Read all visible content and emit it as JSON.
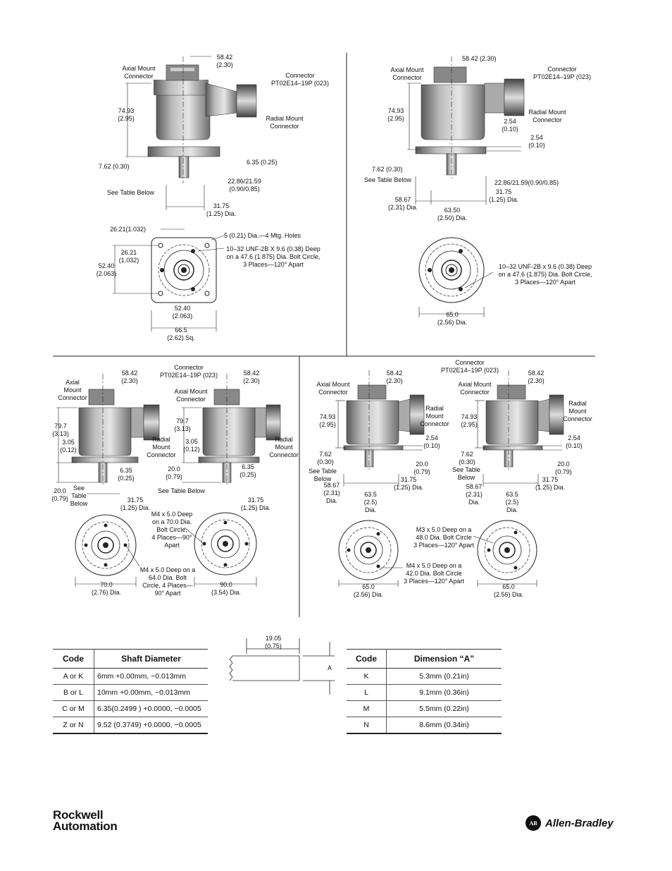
{
  "top_left": {
    "axial_mount": [
      "Axial Mount",
      "Connector"
    ],
    "dim_58_42": [
      "58.42",
      "(2.30)"
    ],
    "connector": [
      "Connector",
      "PT02E14–19P (023)"
    ],
    "dim_74_93": [
      "74.93",
      "(2.95)"
    ],
    "radial_mount": [
      "Radial Mount",
      "Connector"
    ],
    "dim_6_35": "6.35 (0.25)",
    "dim_7_62": "7.62 (0.30)",
    "dim_22_86": [
      "22.86/21.59",
      "(0.90/0.85)"
    ],
    "see_table": "See Table Below",
    "dim_31_75": [
      "31.75",
      "(1.25) Dia."
    ],
    "dim_26_21_h": "26.21(1.032)",
    "holes_note": "5 (0.21) Dia.—4 Mtg. Holes",
    "dim_26_21_v": [
      "26.21",
      "(1.032)"
    ],
    "unf_note": [
      "10–32 UNF-2B X 9.6 (0.38) Deep",
      "on a 47.6 (1.875) Dia. Bolt Circle,",
      "3 Places—120° Apart"
    ],
    "dim_52_40_v": [
      "52.40",
      "(2.063)"
    ],
    "dim_52_40_h": [
      "52.40",
      "(2.063)"
    ],
    "dim_66_5": [
      "66.5",
      "(2.62) Sq."
    ]
  },
  "top_right": {
    "axial_mount": [
      "Axial Mount",
      "Connector"
    ],
    "dim_58_42": "58.42 (2.30)",
    "connector": [
      "Connector",
      "PT02E14–19P (023)"
    ],
    "dim_74_93": [
      "74.93",
      "(2.95)"
    ],
    "radial_mount": [
      "Radial Mount",
      "Connector"
    ],
    "dim_2_54_a": [
      "2.54",
      "(0.10)"
    ],
    "dim_2_54_b": [
      "2.54",
      "(0.10)"
    ],
    "dim_7_62": "7.62 (0.30)",
    "see_table": "See Table Below",
    "dim_22_86": "22.86/21.59(0.90/0.85)",
    "dim_31_75": [
      "31.75",
      "(1.25) Dia."
    ],
    "dim_58_67": [
      "58.67",
      "(2.31) Dia."
    ],
    "dim_63_50": [
      "63.50",
      "(2.50) Dia."
    ],
    "unf_note": [
      "10–32 UNF-2B x 9.6 (0.38) Deep",
      "on a 47.6 (1.875) Dia. Bolt Circle,",
      "3 Places—120° Apart"
    ],
    "dim_65_0": [
      "65.0",
      "(2.56) Dia."
    ]
  },
  "bottom_left": {
    "axial_mount_1": [
      "Axial",
      "Mount",
      "Connector"
    ],
    "dim_58_42_1": [
      "58.42",
      "(2.30)"
    ],
    "connector": [
      "Connector",
      "PT02E14–19P (023)"
    ],
    "dim_58_42_2": [
      "58.42",
      "(2.30)"
    ],
    "axial_mount_2": [
      "Axial Mount",
      "Connector"
    ],
    "dim_79_7_1": [
      "79.7",
      "(3.13)"
    ],
    "dim_3_05_1": [
      "3.05",
      "(0.12)"
    ],
    "radial_mount_1": [
      "Radial",
      "Mount",
      "Connector"
    ],
    "dim_79_7_2": [
      "79.7",
      "(3.13)"
    ],
    "dim_3_05_2": [
      "3.05",
      "(0.12)"
    ],
    "radial_mount_2": [
      "Radial",
      "Mount",
      "Connector"
    ],
    "dim_6_35_1": [
      "6.35",
      "(0.25)"
    ],
    "dim_20_0_2": [
      "20.0",
      "(0.79)"
    ],
    "dim_6_35_2": [
      "6.35",
      "(0.25)"
    ],
    "dim_20_0_1": [
      "20.0",
      "(0.79)"
    ],
    "see_table_1": [
      "See",
      "Table",
      "Below"
    ],
    "see_table_2": "See Table Below",
    "dim_31_75_1": [
      "31.75",
      "(1.25) Dia."
    ],
    "dim_31_75_2": [
      "31.75",
      "(1.25) Dia."
    ],
    "m4_70": [
      "M4 x 5.0 Deep",
      "on a 70.0 Dia.",
      "Bolt Circle,",
      "4 Places—90°",
      "Apart"
    ],
    "m4_64": [
      "M4 x 5.0 Deep on a",
      "64.0 Dia. Bolt",
      "Circle, 4 Places—",
      "90° Apart"
    ],
    "dim_70_0": [
      "70.0",
      "(2.76) Dia."
    ],
    "dim_90_0": [
      "90.0",
      "(3.54) Dia."
    ]
  },
  "bottom_right": {
    "axial_mount_1": [
      "Axial Mount",
      "Connector"
    ],
    "dim_58_42_1": [
      "58.42",
      "(2.30)"
    ],
    "connector": [
      "Connector",
      "PT02E14–19P (023)"
    ],
    "dim_58_42_2": [
      "58.42",
      "(2.30)"
    ],
    "axial_mount_2": [
      "Axial Mount",
      "Connector"
    ],
    "dim_74_93_1": [
      "74.93",
      "(2.95)"
    ],
    "radial_mount_1": [
      "Radial",
      "Mount",
      "Connector"
    ],
    "dim_74_93_2": [
      "74.93",
      "(2.95)"
    ],
    "radial_mount_2": [
      "Radial",
      "Mount",
      "Connector"
    ],
    "dim_2_54_1": [
      "2.54",
      "(0.10)"
    ],
    "dim_2_54_2": [
      "2.54",
      "(0.10)"
    ],
    "dim_7_62_1": [
      "7.62",
      "(0.30)"
    ],
    "dim_7_62_2": [
      "7.62",
      "(0.30)"
    ],
    "dim_20_0_1": [
      "20.0",
      "(0.79)"
    ],
    "dim_20_0_2": [
      "20.0",
      "(0.79)"
    ],
    "see_table_1": [
      "See Table",
      "Below"
    ],
    "see_table_2": [
      "See Table",
      "Below"
    ],
    "dim_31_75_1": [
      "31.75",
      "(1.25) Dia."
    ],
    "dim_31_75_2": [
      "31.75",
      "(1.25) Dia."
    ],
    "dim_58_67_1": [
      "58.67",
      "(2.31)",
      "Dia."
    ],
    "dim_63_5_1": [
      "63.5",
      "(2.5)",
      "Dia."
    ],
    "dim_58_67_2": [
      "58.67",
      "(2.31)",
      "Dia."
    ],
    "dim_63_5_2": [
      "63.5",
      "(2.5)",
      "Dia."
    ],
    "m3_note": [
      "M3 x 5.0 Deep on a",
      "48.0 Dia. Bolt Circle",
      "3 Places—120° Apart"
    ],
    "m4_note": [
      "M4 x 5.0 Deep on a",
      "42.0 Dia. Bolt Circle",
      "3 Places—120° Apart"
    ],
    "dim_65_0_1": [
      "65.0",
      "(2.56) Dia."
    ],
    "dim_65_0_2": [
      "65.0",
      "(2.56) Dia."
    ]
  },
  "shaft_detail": {
    "dim_19_05": [
      "19.05",
      "(0.75)"
    ],
    "a_label": "A"
  },
  "shaft_table": {
    "headers": [
      "Code",
      "Shaft Diameter"
    ],
    "rows": [
      [
        "A or K",
        "6mm +0.00mm, −0.013mm"
      ],
      [
        "B or L",
        "10mm +0.00mm, −0.013mm"
      ],
      [
        "C or M",
        "6.35(0.2499 ) +0.0000, −0.0005"
      ],
      [
        "Z or N",
        "9.52 (0.3749) +0.0000, −0.0005"
      ]
    ]
  },
  "dimension_table": {
    "headers": [
      "Code",
      "Dimension “A”"
    ],
    "rows": [
      [
        "K",
        "5.3mm (0.21in)"
      ],
      [
        "L",
        "9.1mm (0.36in)"
      ],
      [
        "M",
        "5.5mm (0.22in)"
      ],
      [
        "N",
        "8.6mm (0.34in)"
      ]
    ]
  },
  "footer": {
    "rockwell": [
      "Rockwell",
      "Automation"
    ],
    "allen_bradley_logo": "AB",
    "allen_bradley": "Allen-Bradley"
  }
}
